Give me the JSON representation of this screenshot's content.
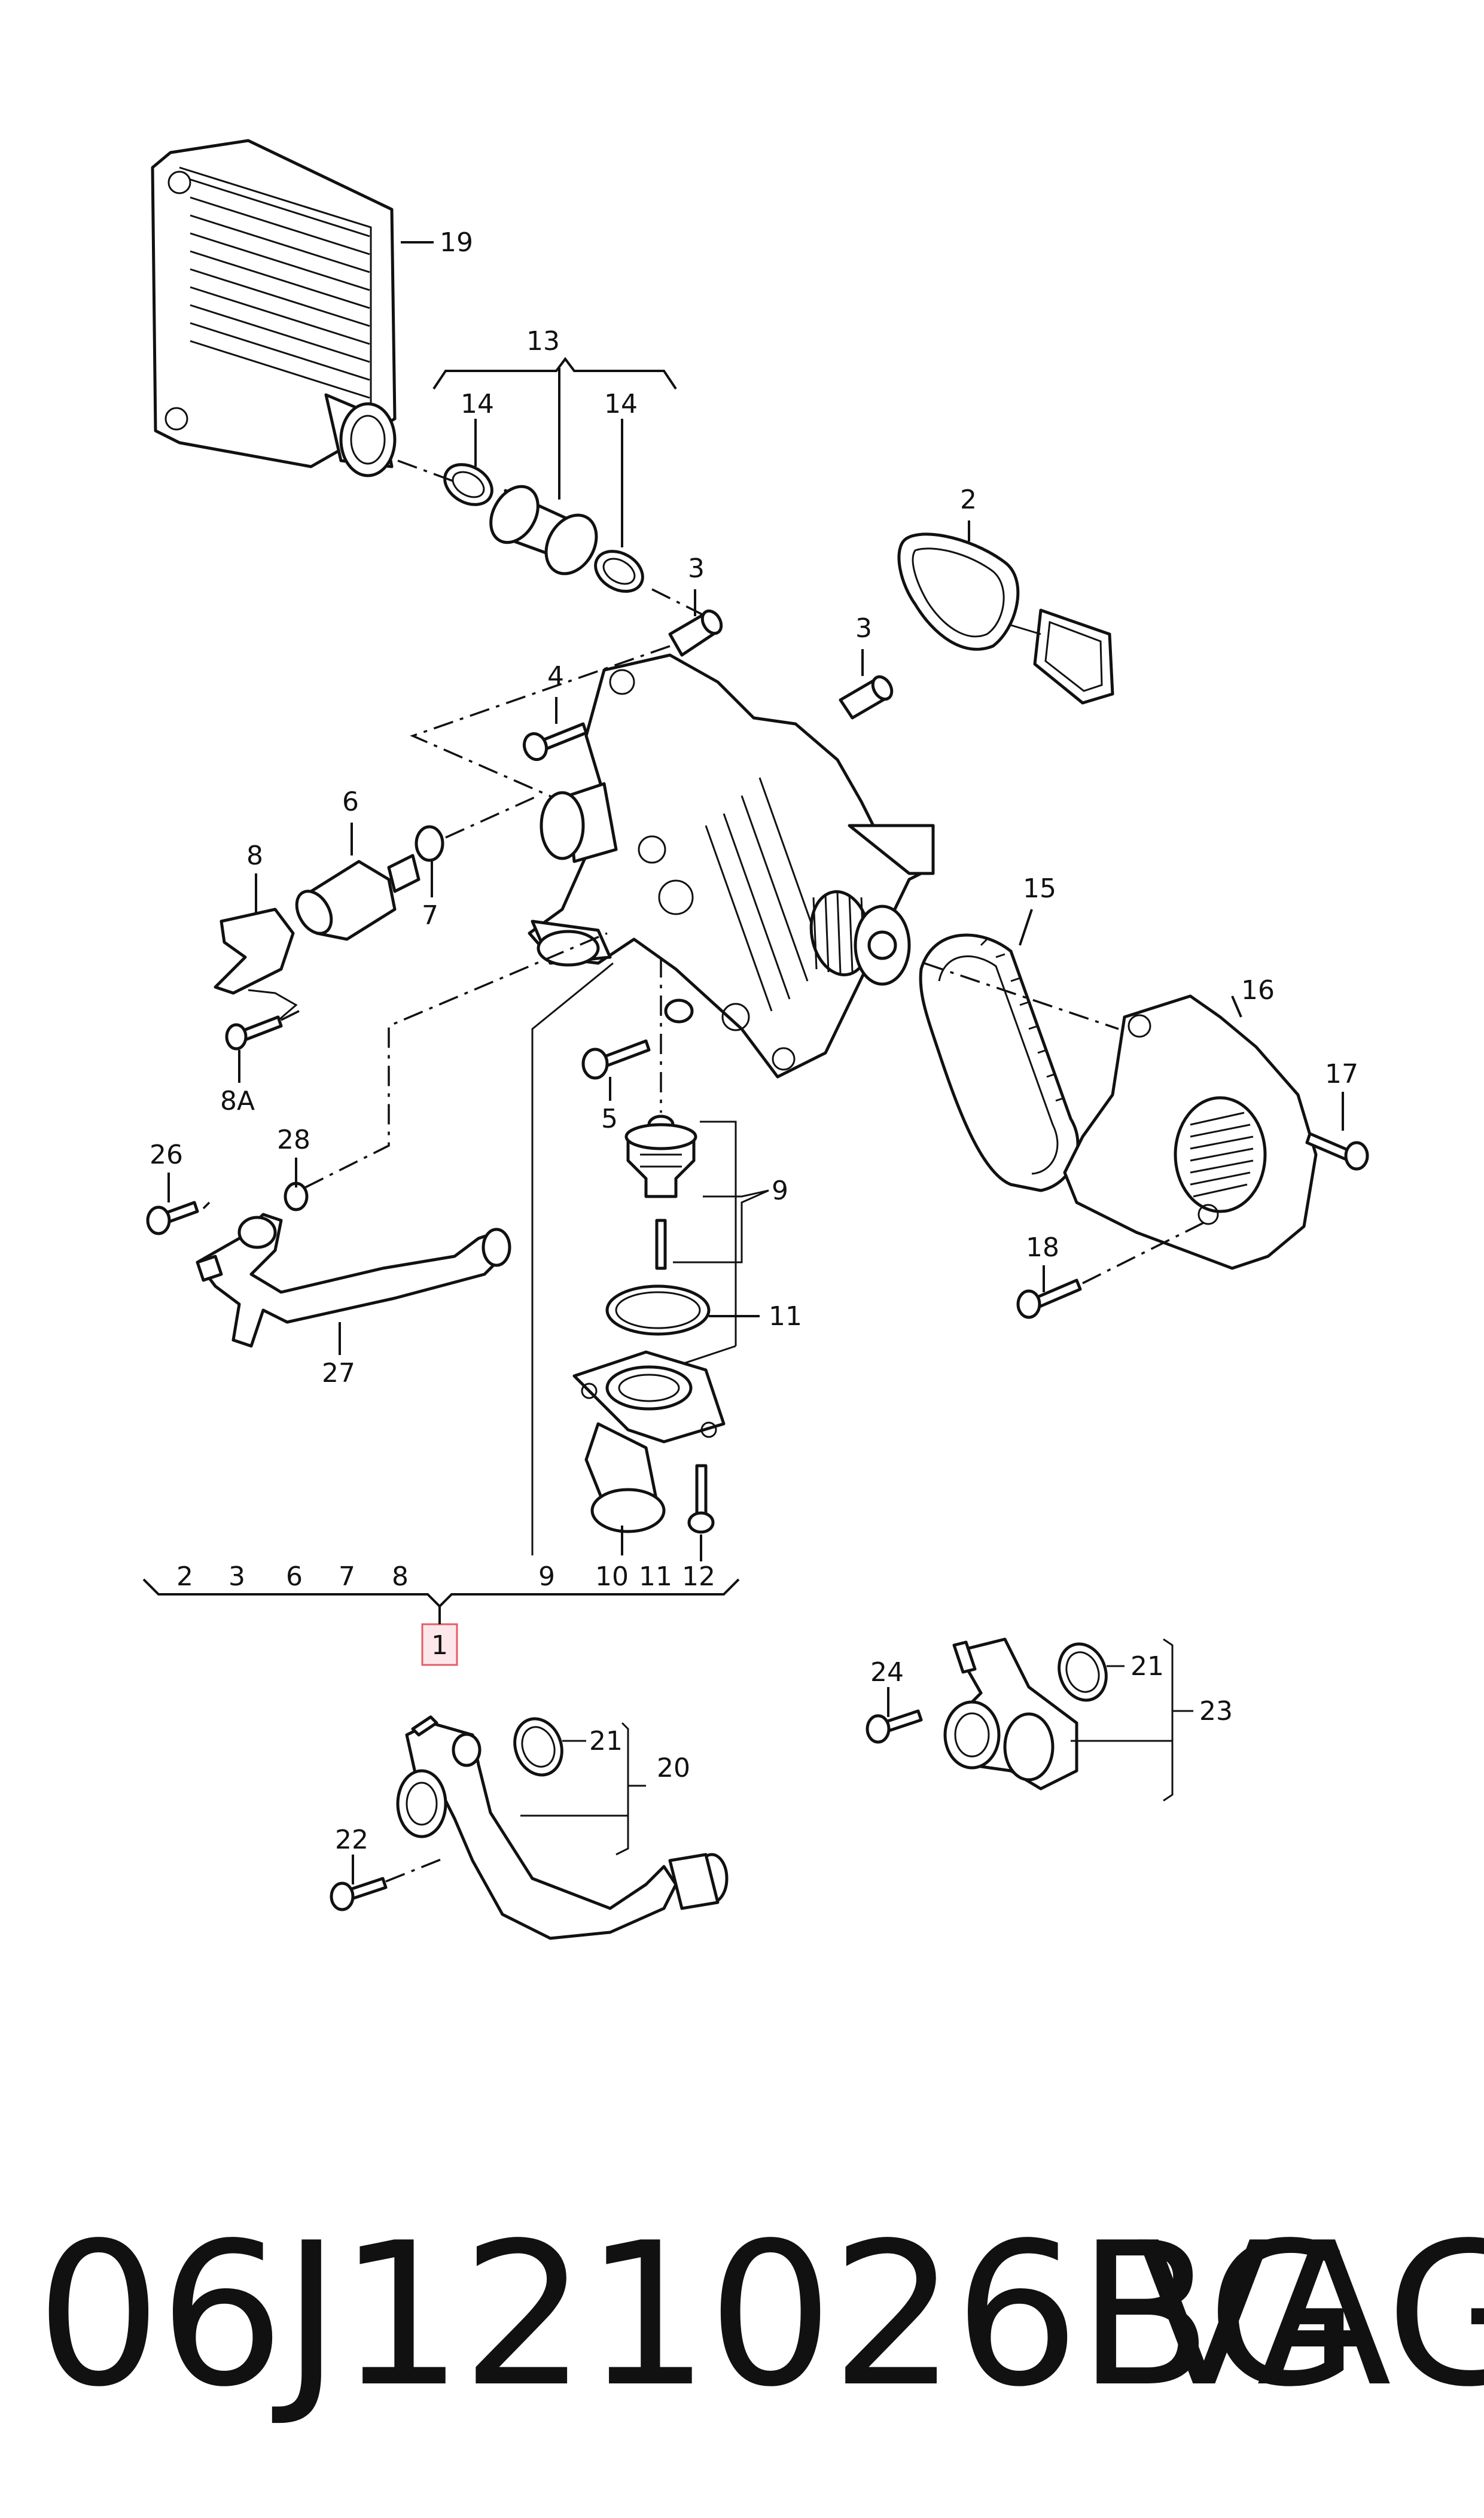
{
  "callouts": {
    "c19": "19",
    "c13": "13",
    "c14a": "14",
    "c14b": "14",
    "c2": "2",
    "c3a": "3",
    "c3b": "3",
    "c4": "4",
    "c6": "6",
    "c7": "7",
    "c8": "8",
    "c8a": "8A",
    "c15": "15",
    "c16": "16",
    "c17": "17",
    "c5": "5",
    "c9": "9",
    "c11": "11",
    "c18": "18",
    "c26": "26",
    "c28": "28",
    "c27": "27",
    "c10": "10",
    "c12": "12",
    "b2": "2",
    "b3": "3",
    "b6": "6",
    "b7": "7",
    "b8": "8",
    "b9": "9",
    "b10": "10",
    "b11": "11",
    "b12": "12",
    "c1": "1",
    "c21a": "21",
    "c20": "20",
    "c22": "22",
    "c24": "24",
    "c21b": "21",
    "c23": "23"
  },
  "caption": {
    "part_number": "06J121026BG",
    "brand": "VAG"
  },
  "colors": {
    "line": "#111111",
    "highlight_fill": "#fde7ea",
    "highlight_border": "#e35d6a"
  }
}
